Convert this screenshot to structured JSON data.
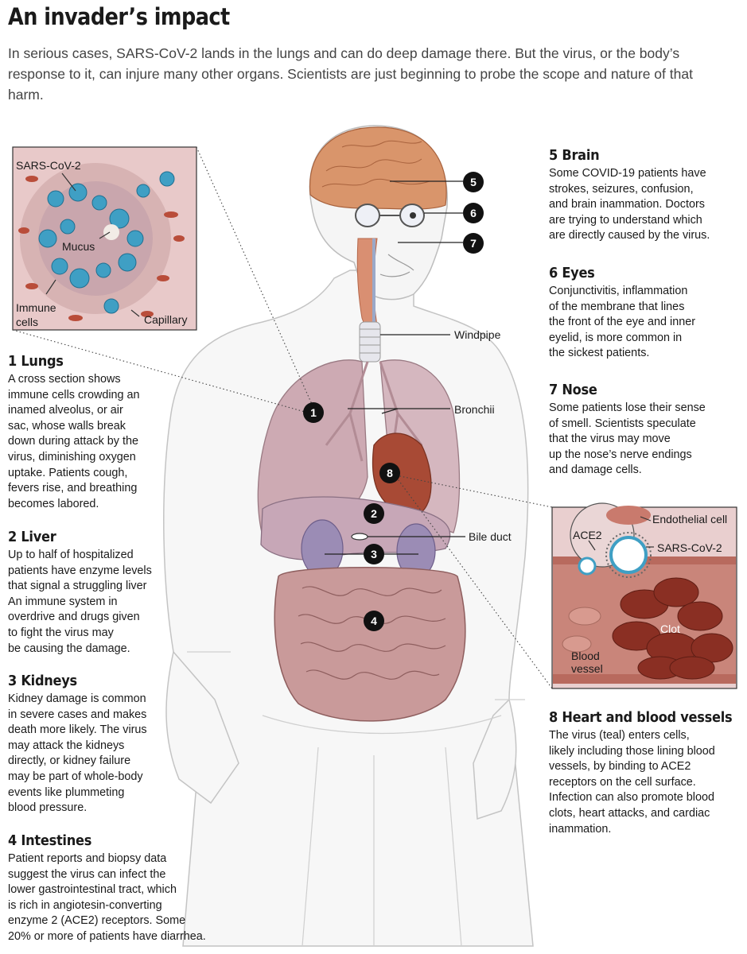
{
  "title": "An invader’s impact",
  "intro": "In serious cases, SARS-CoV-2 lands in the lungs and can do deep damage there. But the virus, or the body’s response to it, can injure many other organs. Scientists are just beginning to probe the scope and nature of that harm.",
  "sections": {
    "lungs": {
      "heading": "1 Lungs",
      "body": "A cross section shows\nimmune cells crowding an\ninamed alveolus, or air\nsac, whose walls break\ndown during attack by the\nvirus, diminishing oxygen\nuptake. Patients cough,\nfevers rise, and breathing\nbecomes labored."
    },
    "liver": {
      "heading": "2 Liver",
      "body": "Up to half of hospitalized\npatients have enzyme levels\nthat signal a struggling liver\nAn immune system in\noverdrive and drugs given\nto fight the virus may\nbe causing the damage."
    },
    "kidneys": {
      "heading": "3 Kidneys",
      "body": "Kidney damage is common\nin severe cases and makes\ndeath more likely. The virus\nmay attack the kidneys\ndirectly, or kidney failure\nmay be part of whole-body\nevents like plummeting\nblood pressure."
    },
    "intestines": {
      "heading": "4 Intestines",
      "body": "Patient reports and biopsy data\nsuggest the virus can infect the\nlower gastrointestinal tract, which\nis rich in angiotesin-converting\nenzyme 2 (ACE2) receptors. Some\n20% or more of patients have diarrhea."
    },
    "brain": {
      "heading": "5 Brain",
      "body": "Some COVID-19 patients have\nstrokes, seizures, confusion,\nand brain inammation. Doctors\nare trying to understand which\nare directly caused by the virus."
    },
    "eyes": {
      "heading": "6 Eyes",
      "body": "Conjunctivitis, inflammation\nof the membrane that lines\nthe front of the eye and inner\neyelid, is more common in\nthe sickest patients."
    },
    "nose": {
      "heading": "7 Nose",
      "body": "Some patients lose their sense\nof smell. Scientists speculate\nthat the virus may move\nup the nose’s nerve endings\nand damage cells."
    },
    "heart": {
      "heading": "8 Heart and blood vessels",
      "body": "The virus (teal) enters cells,\nlikely including those lining blood\nvessels, by binding to ACE2\nreceptors on the cell surface.\nInfection can also promote blood\nclots, heart attacks, and cardiac\ninammation."
    }
  },
  "labels": {
    "windpipe": "Windpipe",
    "bronchii": "Bronchii",
    "bile_duct": "Bile duct"
  },
  "lung_inset": {
    "virus": "SARS-CoV-2",
    "mucus": "Mucus",
    "immune_1": "Immune",
    "immune_2": "cells",
    "capillary": "Capillary"
  },
  "vessel_inset": {
    "ace2": "ACE2",
    "endothelial": "Endothelial cell",
    "virus": "SARS-CoV-2",
    "clot": "Clot",
    "blood_1": "Blood",
    "blood_2": "vessel"
  },
  "markers": {
    "m1": "1",
    "m2": "2",
    "m3": "3",
    "m4": "4",
    "m5": "5",
    "m6": "6",
    "m7": "7",
    "m8": "8"
  },
  "colors": {
    "skin_outline": "#bdbdbd",
    "lung": "#cdaab3",
    "heart": "#a84a35",
    "brain": "#d9956b",
    "liver": "#c7a7b7",
    "kidney": "#9b8cb5",
    "intestine": "#c99a9a",
    "virus_teal": "#3f9fc4",
    "marker": "#111111"
  }
}
